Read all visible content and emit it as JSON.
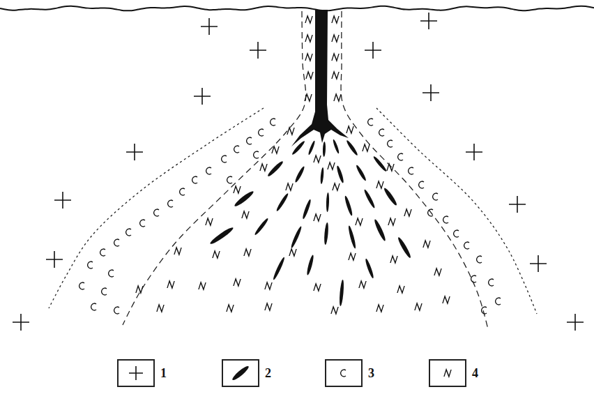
{
  "diagram": {
    "legend": [
      {
        "text": "1"
      },
      {
        "text": "2"
      },
      {
        "text": "3"
      },
      {
        "text": "4"
      }
    ]
  }
}
